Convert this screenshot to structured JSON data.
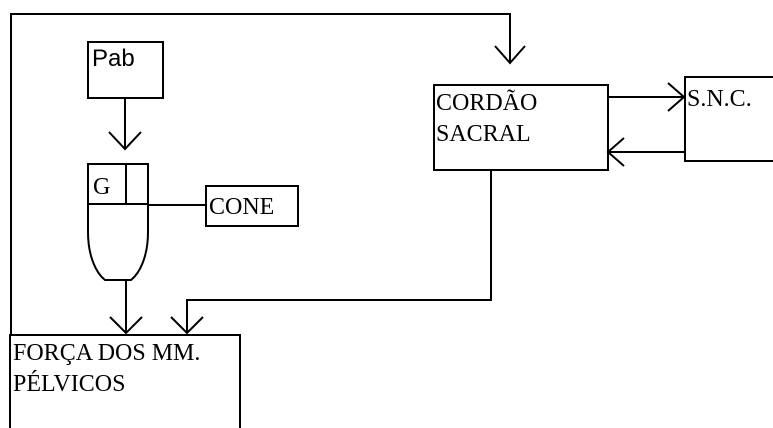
{
  "diagram": {
    "nodes": {
      "pab": {
        "label": "Pab"
      },
      "g": {
        "label": "G"
      },
      "cone": {
        "label": "CONE"
      },
      "cordao_sacral": {
        "line1": "CORDÃO",
        "line2": "SACRAL"
      },
      "snc": {
        "label": "S.N.C."
      },
      "forca": {
        "line1": "FORÇA DOS MM.",
        "line2": "PÉLVICOS"
      }
    },
    "edges": [
      {
        "from": "pab",
        "to": "g"
      },
      {
        "from": "g",
        "to": "cone"
      },
      {
        "from": "bladder",
        "to": "forca"
      },
      {
        "from": "cordao_sacral",
        "to": "forca"
      },
      {
        "from": "cordao_sacral",
        "to": "snc"
      },
      {
        "from": "snc",
        "to": "cordao_sacral"
      },
      {
        "from": "forca",
        "to": "cordao_sacral"
      }
    ]
  }
}
